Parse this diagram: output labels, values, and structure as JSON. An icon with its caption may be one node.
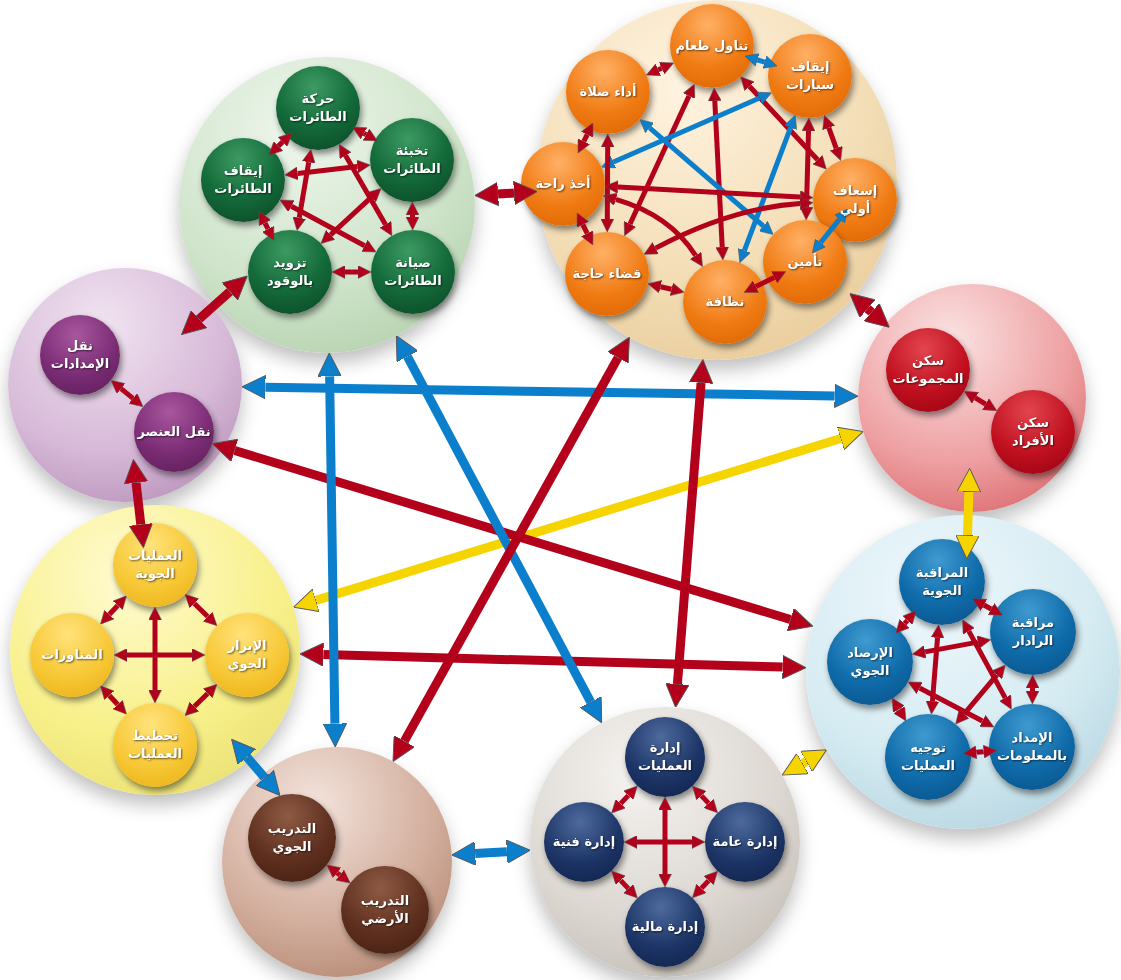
{
  "diagram": {
    "nodes": [
      {
        "text": [],
        "shape": "circle"
      },
      {
        "text": [
          "حركة الطائرات"
        ],
        "in": 0
      },
      {
        "text": [
          "تخبئة الطائرات"
        ],
        "in": 0
      },
      {
        "text": [
          "إيقاف الطائرات"
        ],
        "in": 0
      },
      {
        "text": [
          "تزويد بالوقود"
        ],
        "in": 0
      },
      {
        "text": [
          "صيانة الطائرات"
        ],
        "in": 0
      },
      {
        "text": [],
        "shape": "circle"
      },
      {
        "text": [
          "تناول طعام"
        ],
        "in": 6
      },
      {
        "text": [
          "أداء صلاة"
        ],
        "in": 6
      },
      {
        "text": [
          "إيقاف سيارات"
        ],
        "in": 6
      },
      {
        "text": [
          "أخذ راحة"
        ],
        "in": 6
      },
      {
        "text": [
          "إسعاف أولي"
        ],
        "in": 6
      },
      {
        "text": [
          "قضاء حاجة"
        ],
        "in": 6
      },
      {
        "text": [
          "تأمين"
        ],
        "in": 6
      },
      {
        "text": [
          "نظافة"
        ],
        "in": 6
      },
      {
        "text": [],
        "shape": "circle"
      },
      {
        "text": [
          "نقل الإمدادات"
        ],
        "in": 15
      },
      {
        "text": [
          "نقل العنصر"
        ],
        "in": 15
      },
      {
        "text": [],
        "shape": "circle"
      },
      {
        "text": [
          "سكن المجموعات"
        ],
        "in": 18
      },
      {
        "text": [
          "سكن الأفراد"
        ],
        "in": 18
      },
      {
        "text": [],
        "shape": "circle"
      },
      {
        "text": [
          "العمليات الجوية"
        ],
        "in": 21
      },
      {
        "text": [
          "المناورات"
        ],
        "in": 21
      },
      {
        "text": [
          "الإبرار الجوي"
        ],
        "in": 21
      },
      {
        "text": [
          "تخطيط العمليات"
        ],
        "in": 21
      },
      {
        "text": [],
        "shape": "circle"
      },
      {
        "text": [
          "المراقبة الجوية"
        ],
        "in": 26
      },
      {
        "text": [
          "مراقبة الرادار"
        ],
        "in": 26
      },
      {
        "text": [
          "الإرصاد الجوي"
        ],
        "in": 26
      },
      {
        "text": [
          "توجيه العمليات"
        ],
        "in": 26
      },
      {
        "text": [
          "الإمداد بالمعلومات"
        ],
        "in": 26
      },
      {
        "text": [],
        "shape": "circle"
      },
      {
        "text": [
          "التدريب الجوي"
        ],
        "in": 32
      },
      {
        "text": [
          "التدريب الأرضي"
        ],
        "in": 32
      },
      {
        "text": [],
        "shape": "circle"
      },
      {
        "text": [
          "إدارة العمليات"
        ],
        "in": 35
      },
      {
        "text": [
          "إدارة فنية"
        ],
        "in": 35
      },
      {
        "text": [
          "إدارة عامة"
        ],
        "in": 35
      },
      {
        "text": [
          "إدارة مالية"
        ],
        "in": 35
      }
    ],
    "edges": [
      {
        "from": 1,
        "to": 2,
        "arrow": "both"
      },
      {
        "from": 1,
        "to": 3,
        "arrow": "both"
      },
      {
        "from": 1,
        "to": 4,
        "arrow": "both"
      },
      {
        "from": 1,
        "to": 5,
        "arrow": "both"
      },
      {
        "from": 2,
        "to": 3,
        "arrow": "both"
      },
      {
        "from": 2,
        "to": 4,
        "arrow": "both"
      },
      {
        "from": 2,
        "to": 5,
        "arrow": "both"
      },
      {
        "from": 3,
        "to": 4,
        "arrow": "both"
      },
      {
        "from": 3,
        "to": 5,
        "arrow": "both"
      },
      {
        "from": 4,
        "to": 5,
        "arrow": "both"
      },
      {
        "from": 7,
        "to": 9,
        "arrow": "both",
        "color": "#0b7fcb"
      },
      {
        "from": 7,
        "to": 8,
        "arrow": "both"
      },
      {
        "from": 7,
        "to": 12,
        "arrow": "both"
      },
      {
        "from": 7,
        "to": 14,
        "arrow": "both"
      },
      {
        "from": 7,
        "to": 11,
        "arrow": "both"
      },
      {
        "from": 9,
        "to": 10,
        "arrow": "both",
        "color": "#0b7fcb"
      },
      {
        "from": 9,
        "to": 13,
        "arrow": "both"
      },
      {
        "from": 9,
        "to": 14,
        "arrow": "both",
        "color": "#0b7fcb"
      },
      {
        "from": 9,
        "to": 11,
        "arrow": "both"
      },
      {
        "from": 8,
        "to": 10,
        "arrow": "both"
      },
      {
        "from": 8,
        "to": 12,
        "arrow": "both"
      },
      {
        "from": 8,
        "to": 13,
        "arrow": "both",
        "color": "#0b7fcb"
      },
      {
        "from": 10,
        "to": 11,
        "arrow": "both"
      },
      {
        "from": 10,
        "to": 12,
        "arrow": "both"
      },
      {
        "from": 10,
        "to": 14,
        "arrow": "both"
      },
      {
        "from": 11,
        "to": 13,
        "arrow": "both",
        "color": "#0b7fcb"
      },
      {
        "from": 11,
        "to": 12,
        "arrow": "both"
      },
      {
        "from": 12,
        "to": 14,
        "arrow": "both"
      },
      {
        "from": 14,
        "to": 13,
        "arrow": "both"
      },
      {
        "from": 16,
        "to": 17,
        "arrow": "both"
      },
      {
        "from": 19,
        "to": 20,
        "arrow": "both"
      },
      {
        "from": 22,
        "to": 23,
        "arrow": "both"
      },
      {
        "from": 22,
        "to": 24,
        "arrow": "both"
      },
      {
        "from": 22,
        "to": 25,
        "arrow": "both"
      },
      {
        "from": 23,
        "to": 24,
        "arrow": "both"
      },
      {
        "from": 23,
        "to": 25,
        "arrow": "both"
      },
      {
        "from": 24,
        "to": 25,
        "arrow": "both"
      },
      {
        "from": 27,
        "to": 28,
        "arrow": "both"
      },
      {
        "from": 27,
        "to": 29,
        "arrow": "both"
      },
      {
        "from": 27,
        "to": 30,
        "arrow": "both"
      },
      {
        "from": 27,
        "to": 31,
        "arrow": "both"
      },
      {
        "from": 28,
        "to": 29,
        "arrow": "both"
      },
      {
        "from": 28,
        "to": 30,
        "arrow": "both"
      },
      {
        "from": 28,
        "to": 31,
        "arrow": "both"
      },
      {
        "from": 29,
        "to": 30,
        "arrow": "both"
      },
      {
        "from": 29,
        "to": 31,
        "arrow": "both"
      },
      {
        "from": 30,
        "to": 31,
        "arrow": "both"
      },
      {
        "from": 33,
        "to": 34,
        "arrow": "both"
      },
      {
        "from": 36,
        "to": 37,
        "arrow": "both"
      },
      {
        "from": 36,
        "to": 38,
        "arrow": "both"
      },
      {
        "from": 36,
        "to": 39,
        "arrow": "both"
      },
      {
        "from": 37,
        "to": 38,
        "arrow": "both"
      },
      {
        "from": 37,
        "to": 39,
        "arrow": "both"
      },
      {
        "from": 38,
        "to": 39,
        "arrow": "both"
      },
      {
        "from": 0,
        "to": 6,
        "arrow": "both",
        "style": "thick"
      },
      {
        "from": 0,
        "to": 15,
        "arrow": "both",
        "style": "thick"
      },
      {
        "from": 6,
        "to": 18,
        "arrow": "both",
        "style": "thick"
      },
      {
        "from": 15,
        "to": 21,
        "arrow": "both",
        "style": "thick"
      },
      {
        "from": 18,
        "to": 26,
        "arrow": "both",
        "style": "thick",
        "color": "#f5d400"
      },
      {
        "from": 15,
        "to": 18,
        "arrow": "both",
        "style": "thick",
        "color": "#0b7fcb"
      },
      {
        "from": 21,
        "to": 18,
        "arrow": "both",
        "style": "thick",
        "color": "#f5d400"
      },
      {
        "from": 17,
        "to": 26,
        "arrow": "both",
        "style": "thick"
      },
      {
        "from": 21,
        "to": 26,
        "arrow": "both",
        "style": "thick"
      },
      {
        "from": 0,
        "to": 32,
        "arrow": "both",
        "style": "thick",
        "color": "#0b7fcb"
      },
      {
        "from": 0,
        "to": 35,
        "arrow": "both",
        "style": "thick",
        "color": "#0b7fcb"
      },
      {
        "from": 6,
        "to": 32,
        "arrow": "both",
        "style": "thick"
      },
      {
        "from": 6,
        "to": 35,
        "arrow": "both",
        "style": "thick"
      },
      {
        "from": 21,
        "to": 32,
        "arrow": "both",
        "style": "thick",
        "color": "#0b7fcb"
      },
      {
        "from": 32,
        "to": 35,
        "arrow": "both",
        "style": "thick",
        "color": "#0b7fcb"
      },
      {
        "from": 35,
        "to": 26,
        "arrow": "both",
        "style": "thick",
        "color": "#f5d400"
      }
    ]
  }
}
